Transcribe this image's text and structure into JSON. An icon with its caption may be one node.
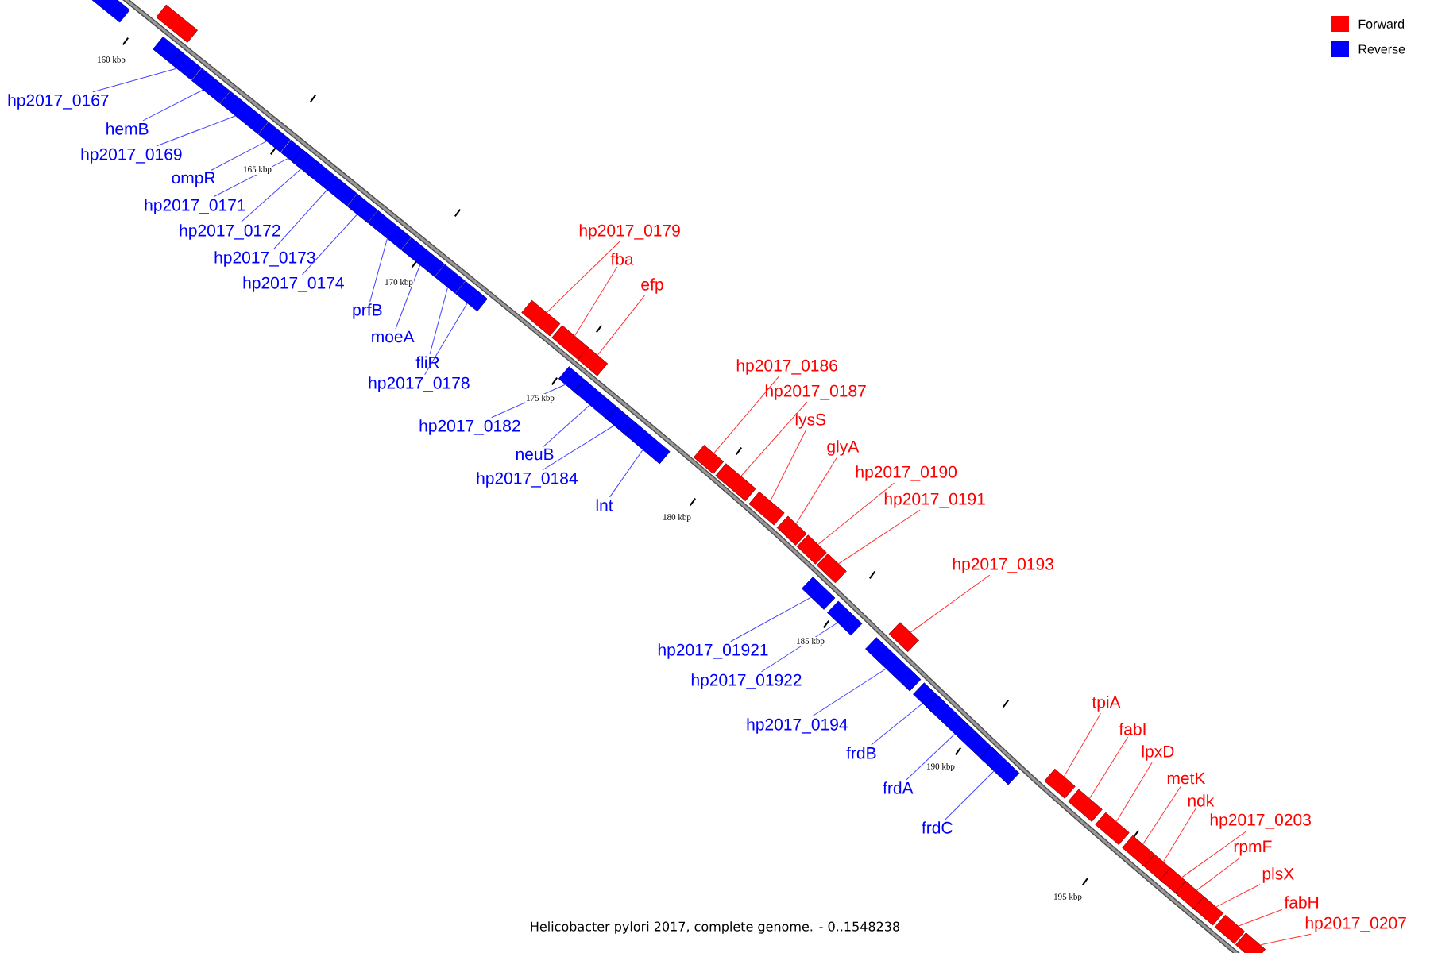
{
  "diagram": {
    "caption": "Helicobacter pylori 2017, complete genome. - 0..1548238",
    "nodes": [
      {
        "text": [],
        "shape": "box"
      },
      {
        "text": [],
        "shape": "box"
      },
      {
        "text": [],
        "shape": "box"
      },
      {
        "text": [],
        "shape": "box"
      },
      {
        "text": [],
        "shape": "box"
      },
      {
        "text": [],
        "shape": "box"
      },
      {
        "text": [],
        "shape": "box"
      },
      {
        "text": [],
        "shape": "box"
      },
      {
        "text": [],
        "shape": "box"
      },
      {
        "text": [],
        "shape": "box"
      },
      {
        "text": [],
        "shape": "box"
      },
      {
        "text": [],
        "shape": "box"
      },
      {
        "text": [],
        "shape": "box"
      },
      {
        "text": [],
        "shape": "box"
      },
      {
        "text": [],
        "shape": "box"
      },
      {
        "text": [],
        "shape": "box"
      },
      {
        "text": [],
        "shape": "box"
      },
      {
        "text": [],
        "shape": "box"
      },
      {
        "text": [],
        "shape": "box"
      },
      {
        "text": [],
        "shape": "box"
      },
      {
        "text": [],
        "shape": "box"
      },
      {
        "text": [],
        "shape": "box"
      },
      {
        "text": [],
        "shape": "box"
      },
      {
        "text": [],
        "shape": "box"
      },
      {
        "text": [],
        "shape": "box"
      },
      {
        "text": [],
        "shape": "box"
      },
      {
        "text": [],
        "shape": "box"
      },
      {
        "text": [],
        "shape": "box"
      },
      {
        "text": [],
        "shape": "box"
      },
      {
        "text": [],
        "shape": "box"
      },
      {
        "text": [],
        "shape": "box"
      },
      {
        "text": [],
        "shape": "box"
      },
      {
        "text": [],
        "shape": "box"
      },
      {
        "text": [],
        "shape": "box"
      },
      {
        "text": [],
        "shape": "box"
      },
      {
        "text": [],
        "shape": "box"
      },
      {
        "text": [],
        "shape": "box"
      },
      {
        "text": [],
        "shape": "box"
      },
      {
        "text": [],
        "shape": "box"
      },
      {
        "text": [],
        "shape": "box"
      },
      {
        "text": [],
        "shape": "box"
      },
      {
        "text": [],
        "shape": "box"
      },
      {
        "text": [],
        "shape": "box"
      },
      {
        "text": [],
        "shape": "box"
      },
      {
        "text": [],
        "shape": "box"
      },
      {
        "text": [
          "hp2017_0167"
        ]
      },
      {
        "text": [
          "hemB"
        ]
      },
      {
        "text": [
          "hp2017_0169"
        ]
      },
      {
        "text": [
          "ompR"
        ]
      },
      {
        "text": [
          "hp2017_0171"
        ]
      },
      {
        "text": [
          "hp2017_0172"
        ]
      },
      {
        "text": [
          "hp2017_0179"
        ]
      },
      {
        "text": [
          "hp2017_0173"
        ]
      },
      {
        "text": [
          "fba"
        ]
      },
      {
        "text": [
          "hp2017_0174"
        ]
      },
      {
        "text": [
          "efp"
        ]
      },
      {
        "text": [
          "prfB"
        ]
      },
      {
        "text": [
          "moeA"
        ]
      },
      {
        "text": [
          "fliR"
        ]
      },
      {
        "text": [
          "hp2017_0186"
        ]
      },
      {
        "text": [
          "hp2017_0178"
        ]
      },
      {
        "text": [
          "hp2017_0187"
        ]
      },
      {
        "text": [
          "lysS"
        ]
      },
      {
        "text": [
          "hp2017_0182"
        ]
      },
      {
        "text": [
          "glyA"
        ]
      },
      {
        "text": [
          "neuB"
        ]
      },
      {
        "text": [
          "hp2017_0190"
        ]
      },
      {
        "text": [
          "hp2017_0184"
        ]
      },
      {
        "text": [
          "hp2017_0191"
        ]
      },
      {
        "text": [
          "lnt"
        ]
      },
      {
        "text": [
          "hp2017_0193"
        ]
      },
      {
        "text": [
          "hp2017_01921"
        ]
      },
      {
        "text": [
          "hp2017_01922"
        ]
      },
      {
        "text": [
          "tpiA"
        ]
      },
      {
        "text": [
          "hp2017_0194"
        ]
      },
      {
        "text": [
          "fabI"
        ]
      },
      {
        "text": [
          "frdB"
        ]
      },
      {
        "text": [
          "lpxD"
        ]
      },
      {
        "text": [
          "metK"
        ]
      },
      {
        "text": [
          "frdA"
        ]
      },
      {
        "text": [
          "ndk"
        ]
      },
      {
        "text": [
          "hp2017_0203"
        ]
      },
      {
        "text": [
          "frdC"
        ]
      },
      {
        "text": [
          "rpmF"
        ]
      },
      {
        "text": [
          "plsX"
        ]
      },
      {
        "text": [
          "fabH"
        ]
      },
      {
        "text": [
          "hp2017_0207"
        ]
      }
    ],
    "edges": [
      {
        "from": 45,
        "to": 3,
        "arrow": "none"
      },
      {
        "from": 46,
        "to": 4,
        "arrow": "none"
      },
      {
        "from": 47,
        "to": 5,
        "arrow": "none"
      },
      {
        "from": 48,
        "to": 6,
        "arrow": "none"
      },
      {
        "from": 49,
        "to": 7,
        "arrow": "none"
      },
      {
        "from": 50,
        "to": 8,
        "arrow": "none"
      },
      {
        "from": 51,
        "to": 15,
        "arrow": "none",
        "color": "#ff3333"
      },
      {
        "from": 52,
        "to": 9,
        "arrow": "none"
      },
      {
        "from": 53,
        "to": 16,
        "arrow": "none",
        "color": "#ff3333"
      },
      {
        "from": 54,
        "to": 10,
        "arrow": "none"
      },
      {
        "from": 55,
        "to": 17,
        "arrow": "none",
        "color": "#ff3333"
      },
      {
        "from": 56,
        "to": 11,
        "arrow": "none"
      },
      {
        "from": 57,
        "to": 12,
        "arrow": "none"
      },
      {
        "from": 58,
        "to": 13,
        "arrow": "none"
      },
      {
        "from": 59,
        "to": 22,
        "arrow": "none",
        "color": "#ff3333"
      },
      {
        "from": 60,
        "to": 14,
        "arrow": "none"
      },
      {
        "from": 61,
        "to": 23,
        "arrow": "none",
        "color": "#ff3333"
      },
      {
        "from": 62,
        "to": 24,
        "arrow": "none",
        "color": "#ff3333"
      },
      {
        "from": 63,
        "to": 18,
        "arrow": "none"
      },
      {
        "from": 64,
        "to": 25,
        "arrow": "none",
        "color": "#ff3333"
      },
      {
        "from": 65,
        "to": 19,
        "arrow": "none"
      },
      {
        "from": 66,
        "to": 26,
        "arrow": "none",
        "color": "#ff3333"
      },
      {
        "from": 67,
        "to": 20,
        "arrow": "none"
      },
      {
        "from": 68,
        "to": 27,
        "arrow": "none",
        "color": "#ff3333"
      },
      {
        "from": 69,
        "to": 21,
        "arrow": "none"
      },
      {
        "from": 70,
        "to": 31,
        "arrow": "none",
        "color": "#ff3333"
      },
      {
        "from": 71,
        "to": 28,
        "arrow": "none"
      },
      {
        "from": 72,
        "to": 29,
        "arrow": "none"
      },
      {
        "from": 73,
        "to": 35,
        "arrow": "none",
        "color": "#ff3333"
      },
      {
        "from": 74,
        "to": 30,
        "arrow": "none"
      },
      {
        "from": 75,
        "to": 36,
        "arrow": "none",
        "color": "#ff3333"
      },
      {
        "from": 76,
        "to": 32,
        "arrow": "none"
      },
      {
        "from": 77,
        "to": 37,
        "arrow": "none",
        "color": "#ff3333"
      },
      {
        "from": 78,
        "to": 38,
        "arrow": "none",
        "color": "#ff3333"
      },
      {
        "from": 79,
        "to": 33,
        "arrow": "none"
      },
      {
        "from": 80,
        "to": 39,
        "arrow": "none",
        "color": "#ff3333"
      },
      {
        "from": 81,
        "to": 40,
        "arrow": "none",
        "color": "#ff3333"
      },
      {
        "from": 82,
        "to": 34,
        "arrow": "none"
      },
      {
        "from": 83,
        "to": 41,
        "arrow": "none",
        "color": "#ff3333"
      },
      {
        "from": 84,
        "to": 42,
        "arrow": "none",
        "color": "#ff3333"
      },
      {
        "from": 85,
        "to": 43,
        "arrow": "none",
        "color": "#ff3333"
      },
      {
        "from": 86,
        "to": 44,
        "arrow": "none",
        "color": "#ff3333"
      }
    ],
    "labels": [
      "160 kbp",
      "165 kbp",
      "170 kbp",
      "175 kbp",
      "180 kbp",
      "185 kbp",
      "190 kbp",
      "195 kbp"
    ],
    "legend": [
      {
        "text": "Forward",
        "color": "#ff0000"
      },
      {
        "text": "Reverse",
        "color": "#0000ff"
      }
    ]
  }
}
